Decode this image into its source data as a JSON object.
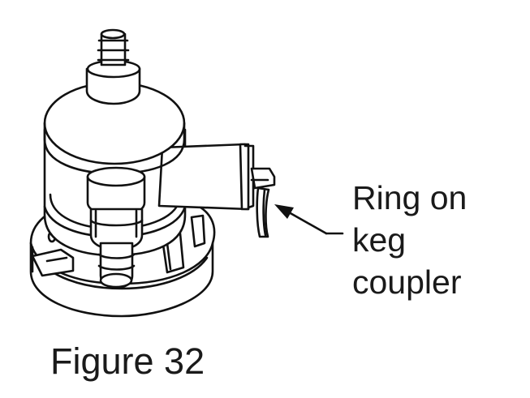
{
  "callout": {
    "line1": "Ring on",
    "line2": "keg",
    "line3": "coupler"
  },
  "caption": "Figure 32",
  "colors": {
    "stroke": "#111111",
    "background": "#ffffff"
  }
}
